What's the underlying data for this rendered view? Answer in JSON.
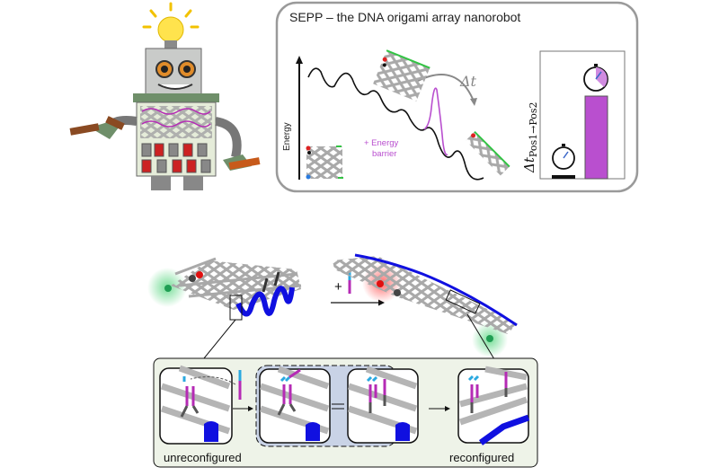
{
  "top_panel": {
    "title": "SEPP – the DNA origami array nanorobot",
    "y_axis_label": "Energy",
    "barrier_label_line1": "+ Energy",
    "barrier_label_line2": "barrier",
    "delta_t": "Δt",
    "bar_axis_label_main": "Δt",
    "bar_axis_label_sub": "Pos1→Pos2",
    "bar_values_relative": [
      0.03,
      1.0
    ],
    "colors": {
      "barrier": "#b94fcf",
      "curve": "#111111",
      "frame": "#9a9a9a"
    }
  },
  "bottom_panel": {
    "plus_sign": "+",
    "label_left": "unreconfigured",
    "label_right": "reconfigured",
    "colors": {
      "origami": "#a9a9a9",
      "blue": "#1010e0",
      "magenta": "#b52bb5",
      "cyan": "#2aa9e0",
      "panel_bg": "#eef3e8",
      "highlight_bg": "#c9d3e6"
    }
  }
}
